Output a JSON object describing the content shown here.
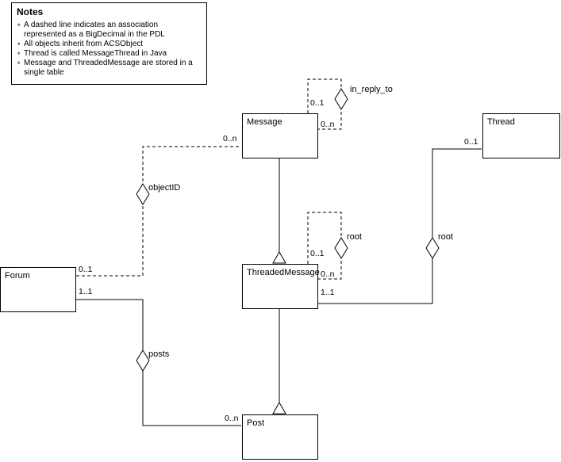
{
  "notes": {
    "title": "Notes",
    "items": [
      "A dashed line indicates an association represented as a BigDecimal in the PDL",
      "All objects inherit from ACSObject",
      "Thread is called MessageThread in Java",
      "Message and ThreadedMessage are stored in a single table"
    ]
  },
  "entities": {
    "message": "Message",
    "thread": "Thread",
    "threaded_message": "ThreadedMessage",
    "forum": "Forum",
    "post": "Post"
  },
  "associations": {
    "in_reply_to": {
      "label": "in_reply_to",
      "source_mult": "0..1",
      "target_mult": "0..n"
    },
    "root_self": {
      "label": "root",
      "source_mult": "0..1",
      "target_mult": "0..n"
    },
    "thread_root": {
      "label": "root",
      "thread_mult": "0..1",
      "threaded_message_mult": "1..1"
    },
    "object_id": {
      "label": "objectID",
      "forum_mult": "0..1",
      "message_mult": "0..n"
    },
    "posts": {
      "label": "posts",
      "forum_mult": "1..1",
      "post_mult": "0..n"
    }
  },
  "colors": {
    "line": "#000000",
    "background": "#ffffff"
  }
}
